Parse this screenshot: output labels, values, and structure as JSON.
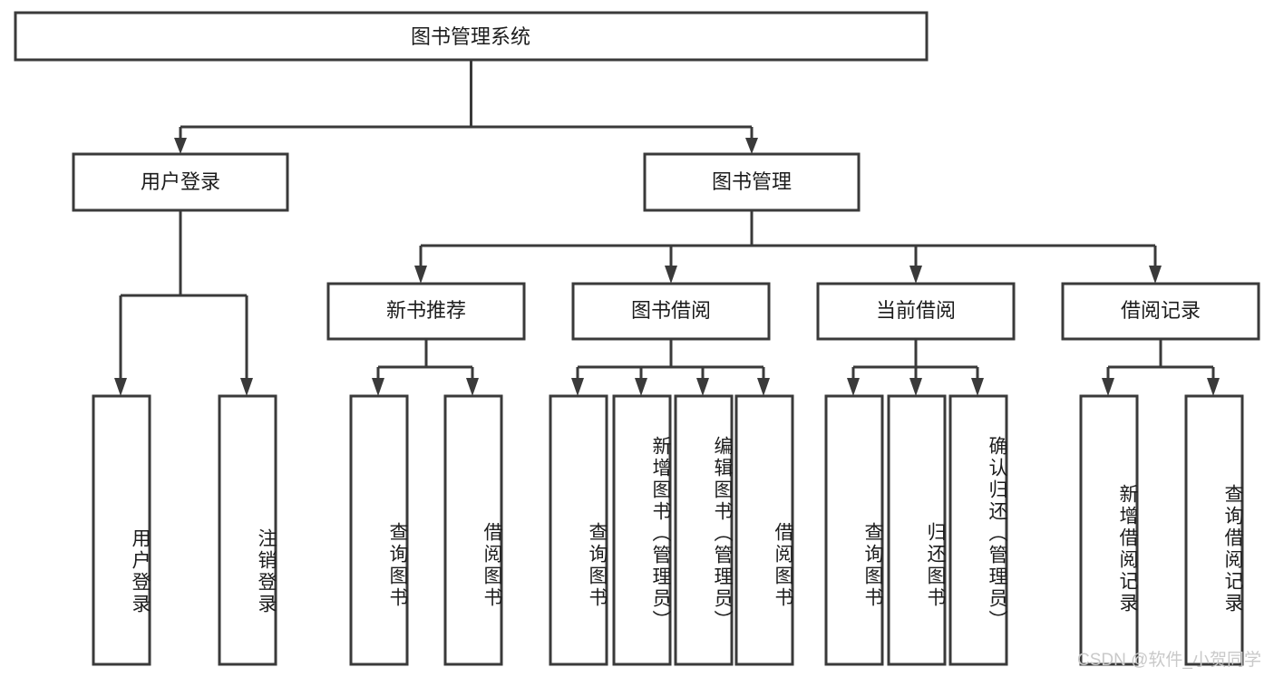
{
  "diagram": {
    "title": "图书管理系统",
    "type": "tree-hierarchy",
    "watermark": "CSDN @软件_小贺同学",
    "colors": {
      "stroke": "#3a3a3a",
      "fill": "#ffffff",
      "text": "#1c1c1c",
      "watermark": "#c9c9c9"
    },
    "root": {
      "id": "root",
      "label": "图书管理系统",
      "orientation": "horizontal"
    },
    "level2": [
      {
        "id": "user-login",
        "label": "用户登录",
        "orientation": "horizontal"
      },
      {
        "id": "book-management",
        "label": "图书管理",
        "orientation": "horizontal"
      }
    ],
    "level3": [
      {
        "id": "new-book-recommend",
        "label": "新书推荐",
        "orientation": "horizontal"
      },
      {
        "id": "book-borrow",
        "label": "图书借阅",
        "orientation": "horizontal"
      },
      {
        "id": "current-borrow",
        "label": "当前借阅",
        "orientation": "horizontal"
      },
      {
        "id": "borrow-record",
        "label": "借阅记录",
        "orientation": "horizontal"
      }
    ],
    "leaves": [
      {
        "id": "leaf-user-login",
        "label": "用户登录",
        "parent": "user-login",
        "orientation": "vertical"
      },
      {
        "id": "leaf-user-logout",
        "label": "注销登录",
        "parent": "user-login",
        "orientation": "vertical"
      },
      {
        "id": "leaf-query-book-1",
        "label": "查询图书",
        "parent": "new-book-recommend",
        "orientation": "vertical"
      },
      {
        "id": "leaf-borrow-book-1",
        "label": "借阅图书",
        "parent": "new-book-recommend",
        "orientation": "vertical"
      },
      {
        "id": "leaf-query-book-2",
        "label": "查询图书",
        "parent": "book-borrow",
        "orientation": "vertical"
      },
      {
        "id": "leaf-add-book",
        "label": "新增图书（管理员）",
        "parent": "book-borrow",
        "orientation": "vertical"
      },
      {
        "id": "leaf-edit-book",
        "label": "编辑图书（管理员）",
        "parent": "book-borrow",
        "orientation": "vertical"
      },
      {
        "id": "leaf-borrow-book-2",
        "label": "借阅图书",
        "parent": "book-borrow",
        "orientation": "vertical"
      },
      {
        "id": "leaf-query-book-3",
        "label": "查询图书",
        "parent": "current-borrow",
        "orientation": "vertical"
      },
      {
        "id": "leaf-return-book",
        "label": "归还图书",
        "parent": "current-borrow",
        "orientation": "vertical"
      },
      {
        "id": "leaf-confirm-return",
        "label": "确认归还（管理员）",
        "parent": "current-borrow",
        "orientation": "vertical"
      },
      {
        "id": "leaf-add-record",
        "label": "新增借阅记录",
        "parent": "borrow-record",
        "orientation": "vertical"
      },
      {
        "id": "leaf-query-record",
        "label": "查询借阅记录",
        "parent": "borrow-record",
        "orientation": "vertical"
      }
    ]
  }
}
